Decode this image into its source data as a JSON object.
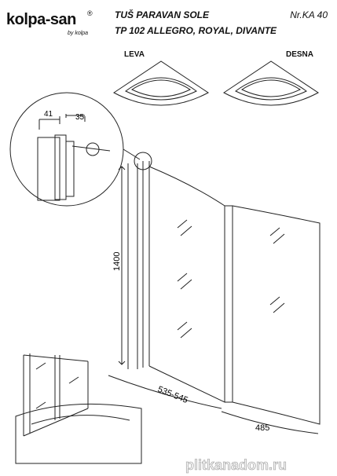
{
  "header": {
    "logo": "kolpa-san",
    "logo_sub": "by kolpa",
    "title_line1": "TUŠ PARAVAN SOLE",
    "title_line2": "TP 102 ALLEGRO, ROYAL,  DIVANTE",
    "doc_code": "Nr.KA 40"
  },
  "variants": {
    "left": "LEVA",
    "right": "DESNA"
  },
  "detail": {
    "dim_a": "41",
    "dim_b": "35"
  },
  "dimensions": {
    "height": "1400",
    "panel_width": "535-545",
    "lower_width": "485"
  },
  "watermark": "plitkanadom.ru"
}
